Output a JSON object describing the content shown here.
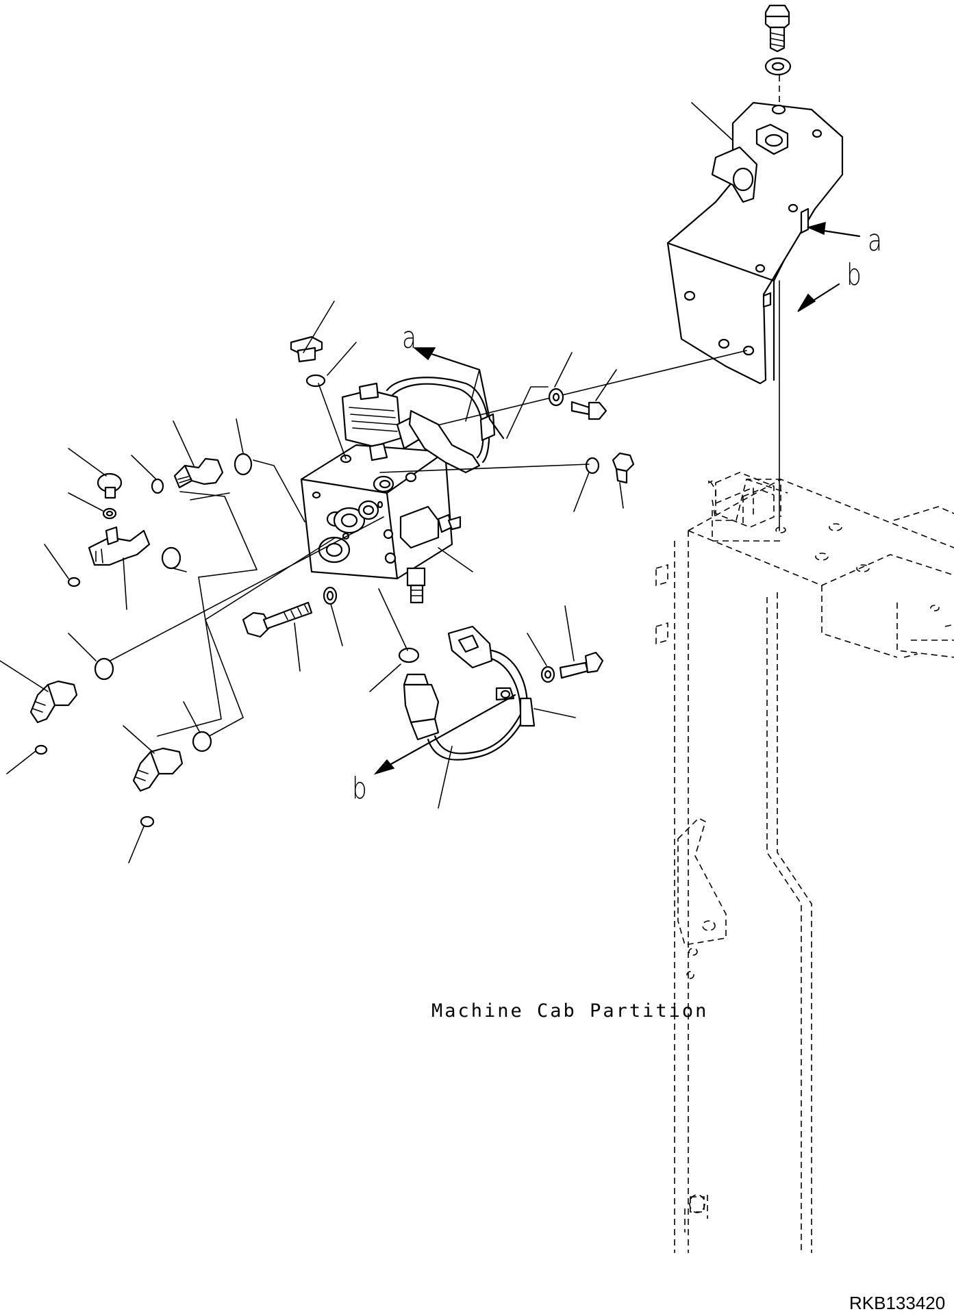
{
  "diagram": {
    "ref_labels": {
      "a_top": "a",
      "a_right": "a",
      "b_right": "b",
      "b_bottom": "b"
    },
    "caption": "Machine Cab Partition",
    "drawing_code": "RKB133420"
  }
}
